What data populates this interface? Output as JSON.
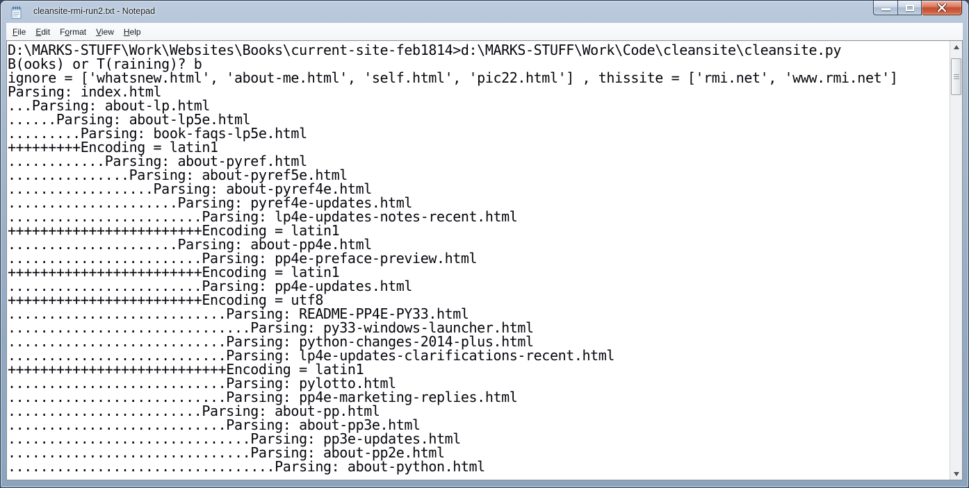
{
  "window": {
    "title": "cleansite-rmi-run2.txt - Notepad",
    "controls": {
      "minimize": "minimize",
      "maximize": "maximize",
      "close": "close"
    }
  },
  "menubar": {
    "items": [
      {
        "label": "File",
        "accel_index": 0
      },
      {
        "label": "Edit",
        "accel_index": 0
      },
      {
        "label": "Format",
        "accel_index": 1
      },
      {
        "label": "View",
        "accel_index": 0
      },
      {
        "label": "Help",
        "accel_index": 0
      }
    ]
  },
  "editor": {
    "lines": [
      "D:\\MARKS-STUFF\\Work\\Websites\\Books\\current-site-feb1814>d:\\MARKS-STUFF\\Work\\Code\\cleansite\\cleansite.py",
      "B(ooks) or T(raining)? b",
      "ignore = ['whatsnew.html', 'about-me.html', 'self.html', 'pic22.html'] , thissite = ['rmi.net', 'www.rmi.net']",
      "Parsing: index.html",
      "...Parsing: about-lp.html",
      "......Parsing: about-lp5e.html",
      ".........Parsing: book-faqs-lp5e.html",
      "+++++++++Encoding = latin1",
      "............Parsing: about-pyref.html",
      "...............Parsing: about-pyref5e.html",
      "..................Parsing: about-pyref4e.html",
      ".....................Parsing: pyref4e-updates.html",
      "........................Parsing: lp4e-updates-notes-recent.html",
      "++++++++++++++++++++++++Encoding = latin1",
      ".....................Parsing: about-pp4e.html",
      "........................Parsing: pp4e-preface-preview.html",
      "++++++++++++++++++++++++Encoding = latin1",
      "........................Parsing: pp4e-updates.html",
      "++++++++++++++++++++++++Encoding = utf8",
      "...........................Parsing: README-PP4E-PY33.html",
      "..............................Parsing: py33-windows-launcher.html",
      "...........................Parsing: python-changes-2014-plus.html",
      "...........................Parsing: lp4e-updates-clarifications-recent.html",
      "+++++++++++++++++++++++++++Encoding = latin1",
      "...........................Parsing: pylotto.html",
      "...........................Parsing: pp4e-marketing-replies.html",
      "........................Parsing: about-pp.html",
      "...........................Parsing: about-pp3e.html",
      "..............................Parsing: pp3e-updates.html",
      "..............................Parsing: about-pp2e.html",
      ".................................Parsing: about-python.html"
    ]
  },
  "colors": {
    "frame": "#9db1c7",
    "close_button_red": "#c34f30",
    "menu_background": "#f5f6f7",
    "editor_background": "#ffffff",
    "editor_text": "#05050c",
    "scrollbar_track": "#f0f1f3"
  }
}
